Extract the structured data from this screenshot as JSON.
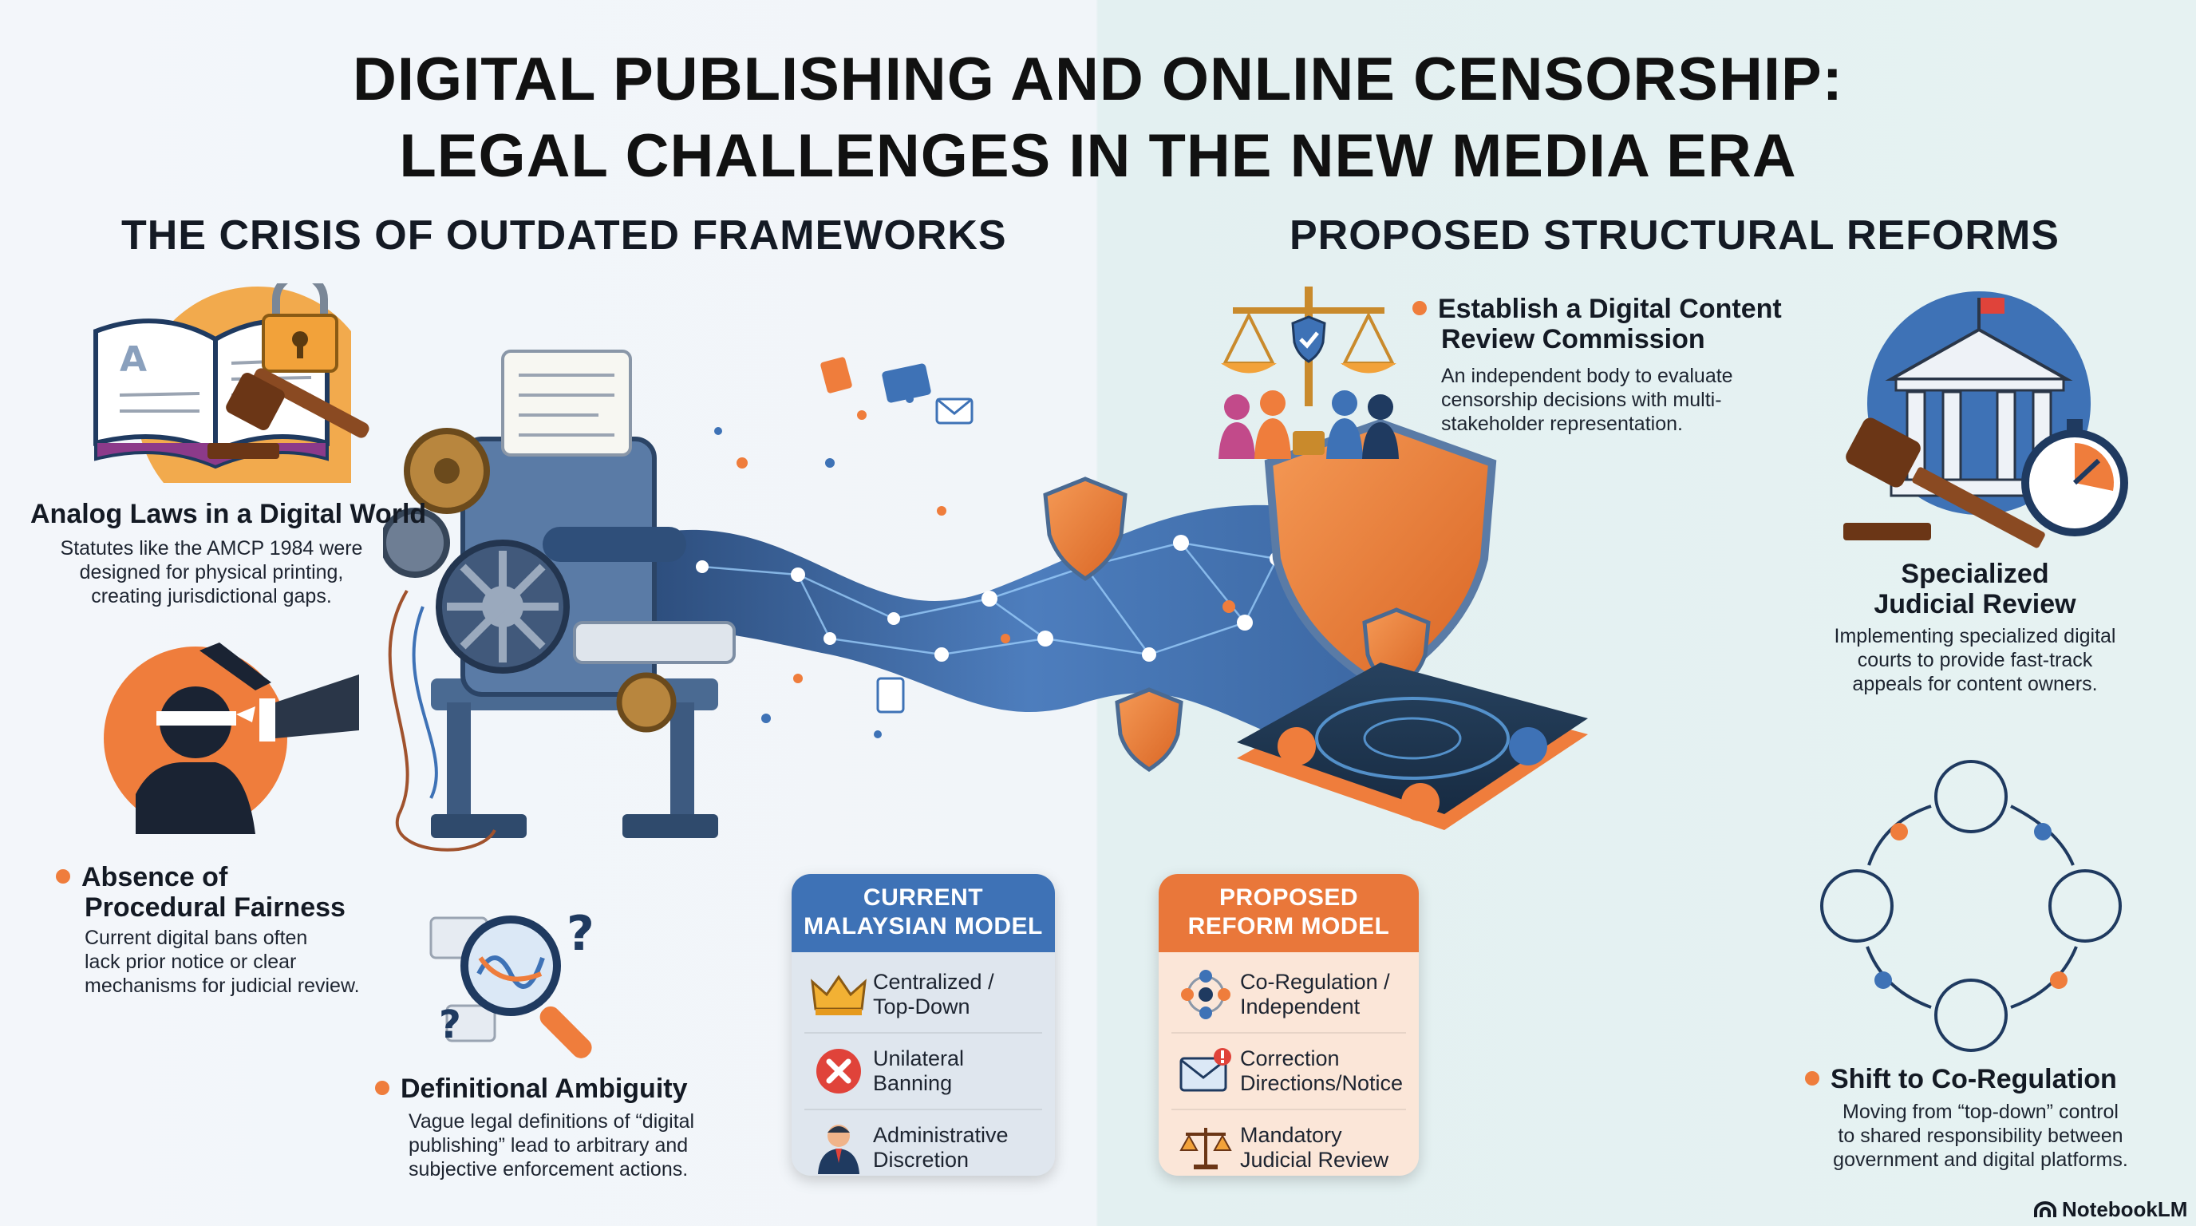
{
  "title": {
    "line1": "DIGITAL PUBLISHING AND ONLINE CENSORSHIP:",
    "line2": "LEGAL CHALLENGES IN THE NEW MEDIA ERA"
  },
  "left": {
    "heading": "THE CRISIS OF OUTDATED FRAMEWORKS",
    "items": [
      {
        "title": "Analog Laws in a Digital World",
        "body": [
          "Statutes like the AMCP 1984 were",
          "designed for physical printing,",
          "creating jurisdictional gaps."
        ]
      },
      {
        "title": [
          "Absence of",
          "Procedural Fairness"
        ],
        "body": [
          "Current digital bans often",
          "lack prior notice or clear",
          "mechanisms for judicial review."
        ]
      },
      {
        "title": "Definitional Ambiguity",
        "body": [
          "Vague legal definitions of “digital",
          "publishing” lead to arbitrary and",
          "subjective enforcement actions."
        ]
      }
    ]
  },
  "right": {
    "heading": "PROPOSED STRUCTURAL REFORMS",
    "items": [
      {
        "title": [
          "Establish a Digital Content",
          "Review Commission"
        ],
        "body": [
          "An independent body to evaluate",
          "censorship decisions with multi-",
          "stakeholder representation."
        ]
      },
      {
        "title": [
          "Specialized",
          "Judicial Review"
        ],
        "body": [
          "Implementing specialized digital",
          "courts to provide fast-track",
          "appeals for content owners."
        ]
      },
      {
        "title": "Shift to Co-Regulation",
        "body": [
          "Moving from “top-down” control",
          "to shared responsibility between",
          "government and digital platforms."
        ]
      }
    ]
  },
  "current_model": {
    "header": [
      "CURRENT",
      "MALAYSIAN MODEL"
    ],
    "rows": [
      {
        "icon": "crown-icon",
        "text": [
          "Centralized /",
          "Top-Down"
        ]
      },
      {
        "icon": "x-circle-icon",
        "text": [
          "Unilateral",
          "Banning"
        ]
      },
      {
        "icon": "official-person-icon",
        "text": [
          "Administrative",
          "Discretion"
        ]
      }
    ],
    "color": "#3e72b6"
  },
  "reform_model": {
    "header": [
      "PROPOSED",
      "REFORM MODEL"
    ],
    "rows": [
      {
        "icon": "network-people-icon",
        "text": [
          "Co-Regulation /",
          "Independent"
        ]
      },
      {
        "icon": "mail-alert-icon",
        "text": [
          "Correction",
          "Directions/Notice"
        ]
      },
      {
        "icon": "scales-icon",
        "text": [
          "Mandatory",
          "Judicial Review"
        ]
      }
    ],
    "color": "#e9773a"
  },
  "brand": "NotebookLM",
  "colors": {
    "accent": "#ef7d3c",
    "blue": "#3e72b6",
    "navy": "#1f3a60"
  }
}
